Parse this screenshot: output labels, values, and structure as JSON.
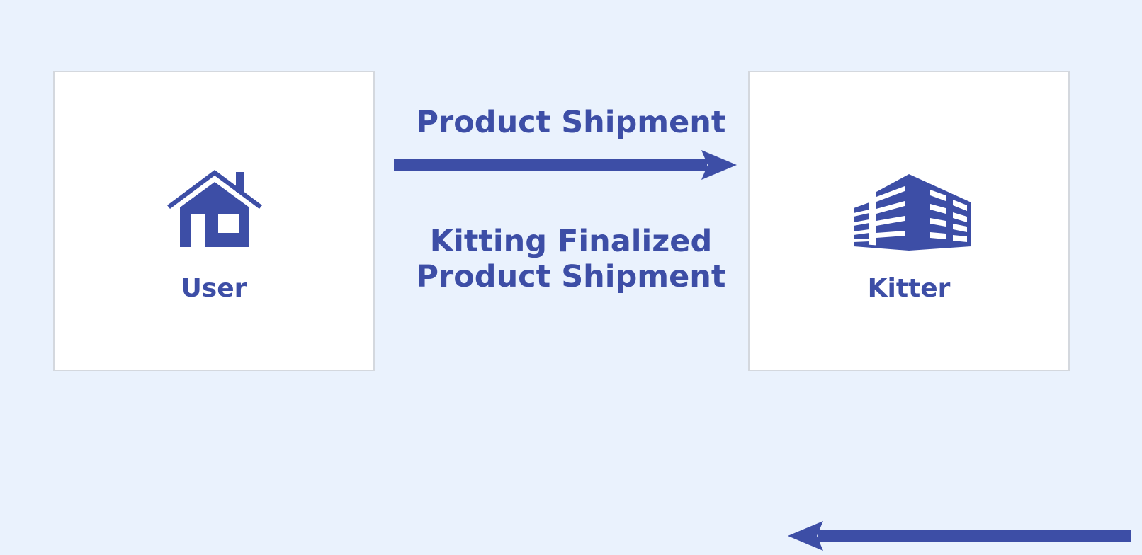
{
  "colors": {
    "background": "#eaf2fd",
    "box_fill": "#ffffff",
    "box_border": "#d4d8de",
    "accent": "#3d4ea6"
  },
  "user_box": {
    "icon": "house-icon",
    "label": "User"
  },
  "kitter_box": {
    "icon": "building-icon",
    "label": "Kitter"
  },
  "flows": {
    "to_kitter": {
      "label": "Product Shipment",
      "direction": "user-to-kitter"
    },
    "to_user": {
      "label_line1": "Kitting Finalized",
      "label_line2": "Product Shipment",
      "direction": "kitter-to-user"
    }
  }
}
